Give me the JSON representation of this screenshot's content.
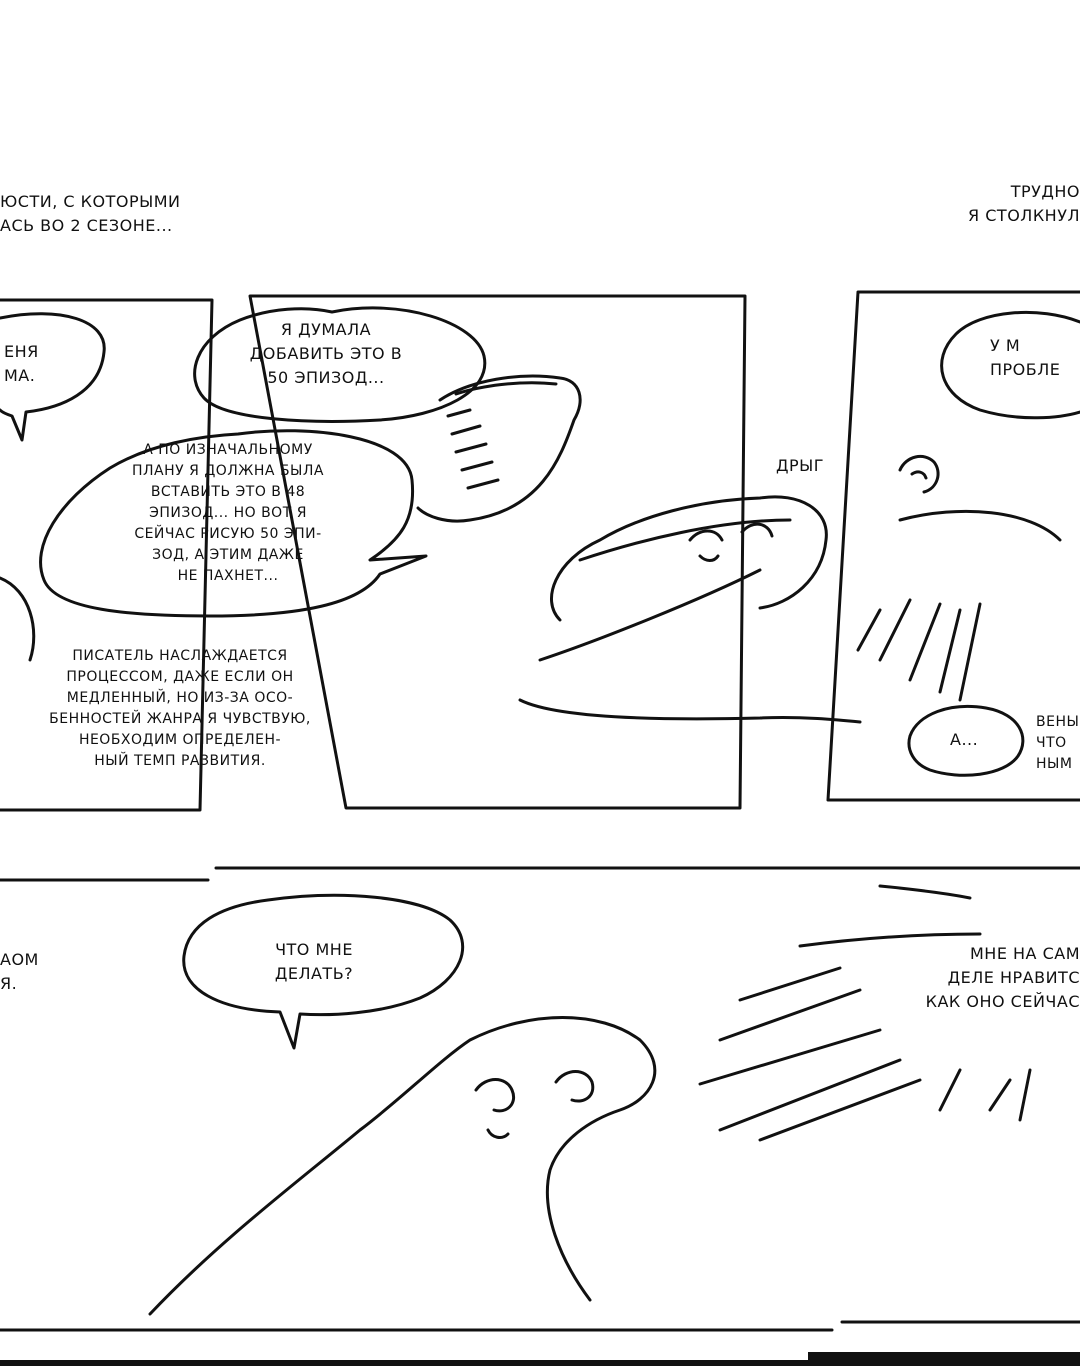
{
  "captions": {
    "top_left": "юсти, с которыми\nась во 2 сезоне...",
    "top_right": "Трудно\nя столкнул"
  },
  "panel1": {
    "bubble_partial": "еня\nма."
  },
  "panel2": {
    "bubble_main": "Я думала\nдобавить это в\n50 эпизод...",
    "bubble_plan": "А по изначальному\nплану я должна была\nвставить это в 48\nэпизод... Но вот я\nсейчас рисую 50 эпи-\nзод, а этим даже\nне пахнет...",
    "narration": "Писатель наслаждается\nпроцессом, даже если он\nмедленный, но из-за осо-\nбенностей жанра я чувствую,\nнеобходим определен-\nный темп развития."
  },
  "panel3": {
    "bubble_problem": "У м\nпробле",
    "sfx": "Дрыг",
    "bubble_small": "А...",
    "side_text": "Вены\nчто\nным"
  },
  "panel4": {
    "side_text": "аом\nя."
  },
  "panel5": {
    "bubble_question": "Что мне\nделать?"
  },
  "panel6": {
    "caption": "Мне на сам\nделе нравитс\nкак оно сейчас"
  }
}
